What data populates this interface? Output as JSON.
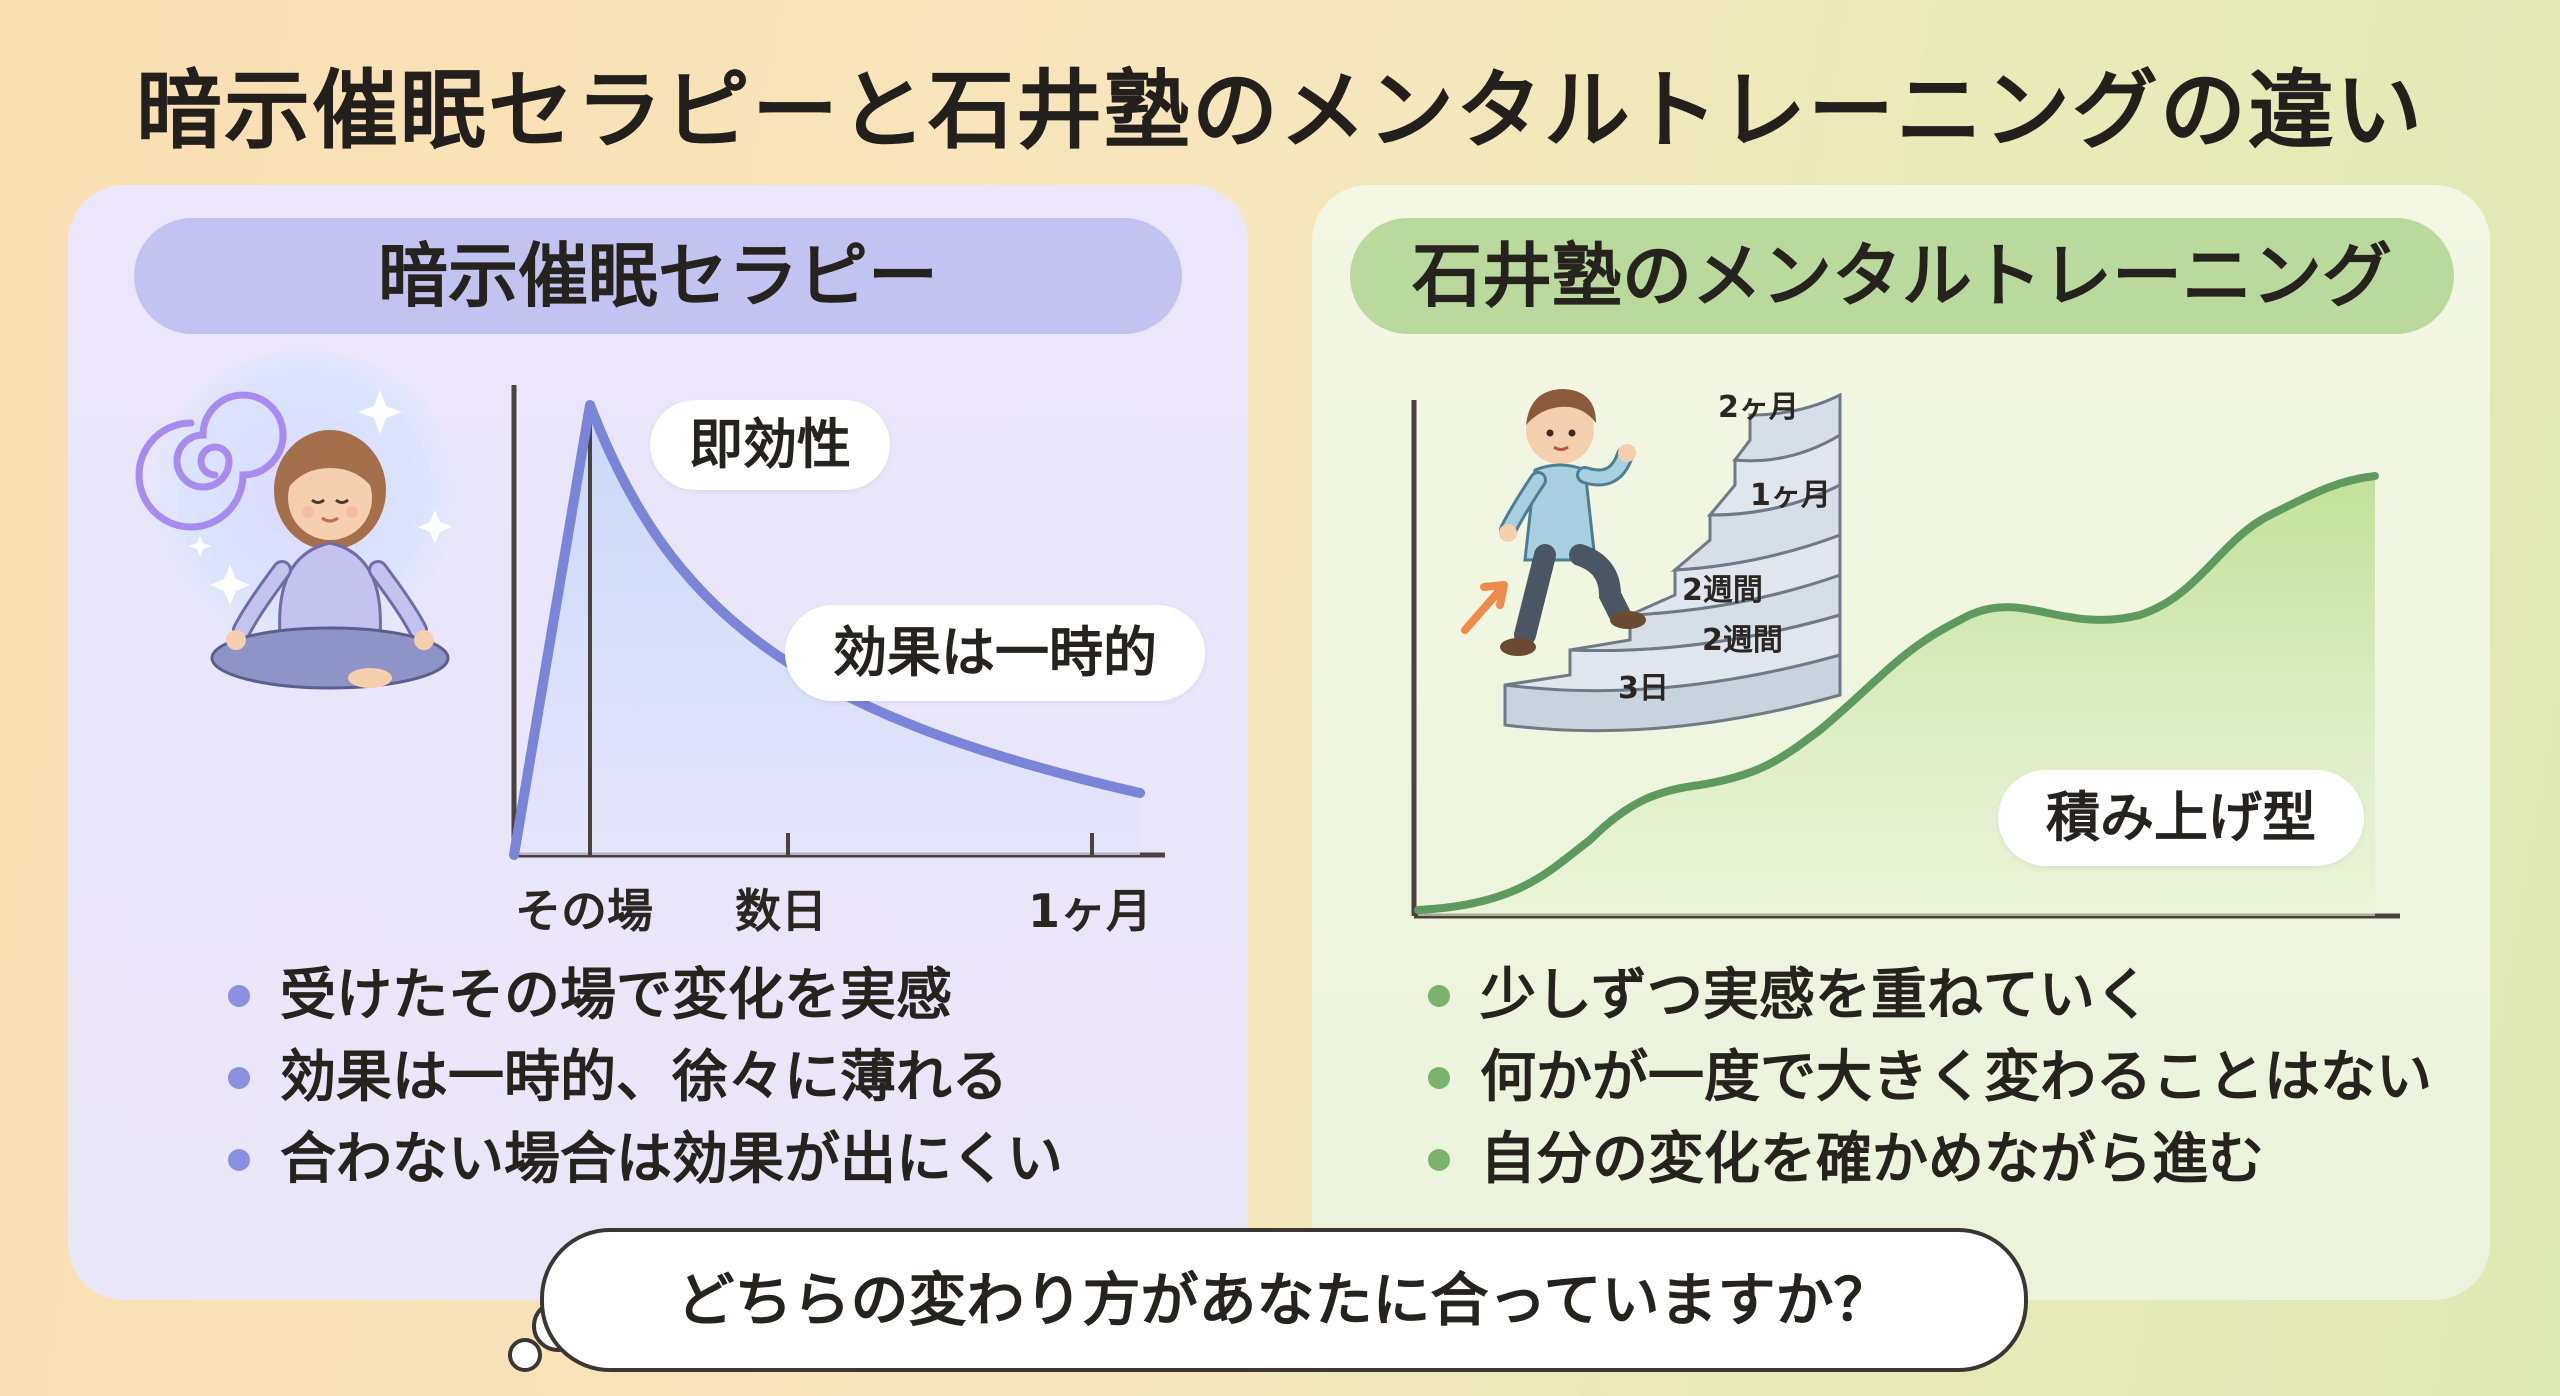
{
  "title": "暗示催眠セラピーと石井塾のメンタルトレーニングの違い",
  "left": {
    "heading": "暗示催眠セラピー",
    "labels": {
      "peak": "即効性",
      "decay": "効果は一時的"
    },
    "ticks": [
      "その場",
      "数日",
      "1ヶ月"
    ],
    "bullets": [
      "受けたその場で変化を実感",
      "効果は一時的、徐々に薄れる",
      "合わない場合は効果が出にくい"
    ],
    "colors": {
      "curve": "#7a84d8",
      "fill": "#cbd8f5",
      "bullet": "#8a8fe0"
    }
  },
  "right": {
    "heading": "石井塾のメンタルトレーニング",
    "stairs": [
      "2ヶ月",
      "1ヶ月",
      "2週間",
      "2週間",
      "3日"
    ],
    "label": "積み上げ型",
    "bullets": [
      "少しずつ実感を重ねていく",
      "何かが一度で大きく変わることはない",
      "自分の変化を確かめながら進む"
    ],
    "colors": {
      "curve": "#5e9a5e",
      "fill": "#c9e4a8",
      "bullet": "#7bb36c"
    }
  },
  "question": "どちらの変わり方があなたに合っていますか？"
}
